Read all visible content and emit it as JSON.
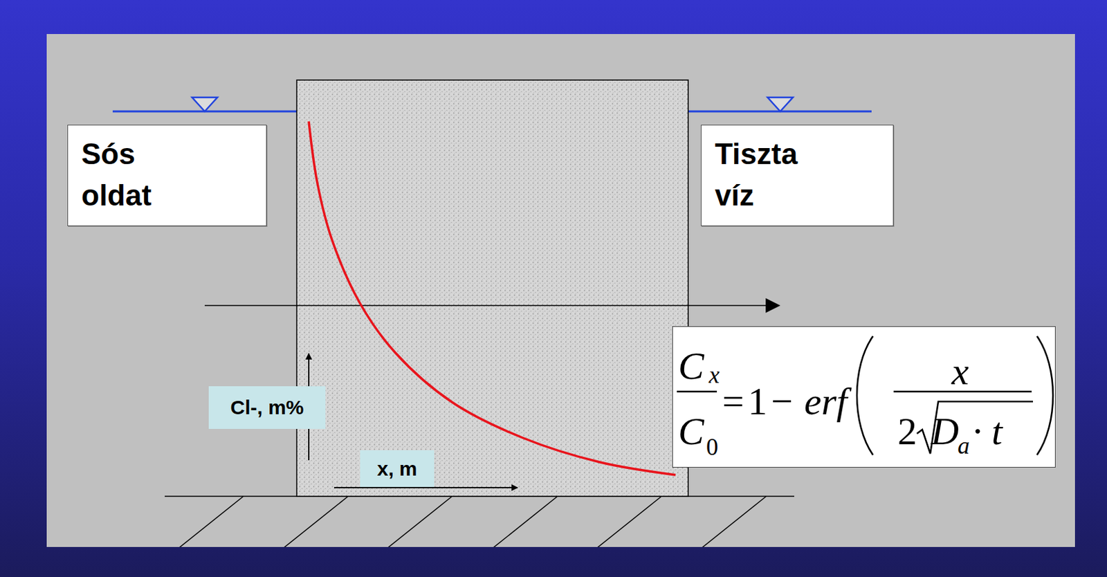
{
  "diagram": {
    "nodes": [
      {
        "text": [
          "Sós oldat"
        ]
      },
      {
        "text": [
          "Tiszta víz"
        ]
      },
      {
        "text": [
          "C",
          "x",
          "C",
          "0",
          "=1−",
          "erf",
          "x",
          "2",
          "D",
          "a",
          "· t"
        ]
      },
      {
        "text": [
          "Cl-, m%"
        ]
      },
      {
        "text": [
          "x, m"
        ]
      }
    ]
  }
}
